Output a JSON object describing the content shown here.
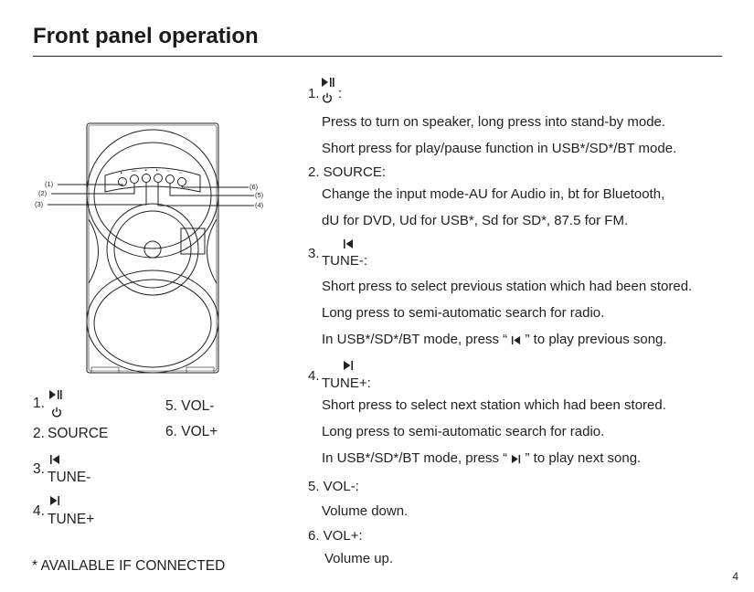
{
  "header": {
    "title": "Front panel operation"
  },
  "diagram": {
    "callouts": [
      "(1)",
      "(2)",
      "(3)",
      "(4)",
      "(5)",
      "(6)"
    ]
  },
  "legend": {
    "n1": "1.",
    "n2": "2.",
    "source": "SOURCE",
    "n3": "3.",
    "tune_minus": "TUNE-",
    "n4": "4.",
    "tune_plus": "TUNE+",
    "vol_minus": "5. VOL-",
    "vol_plus": "6. VOL+"
  },
  "footnote": "* AVAILABLE IF CONNECTED",
  "instructions": {
    "i1": {
      "num": "1.",
      "suffix": ":",
      "lines": [
        "Press to turn on speaker, long press into stand-by mode.",
        "Short press for play/pause function in USB*/SD*/BT mode."
      ]
    },
    "i2": {
      "head": "2. SOURCE:",
      "lines": [
        "Change the input mode-AU for Audio in, bt for Bluetooth,",
        "dU for DVD, Ud for USB*, Sd for SD*, 87.5 for FM."
      ]
    },
    "i3": {
      "num": "3.",
      "head": "TUNE-:",
      "lines": [
        "Short press to select previous station which had been stored.",
        "Long press to semi-automatic search for radio."
      ],
      "song_pre": "In USB*/SD*/BT mode, press “",
      "song_post": "” to play previous song."
    },
    "i4": {
      "num": "4.",
      "head": "TUNE+:",
      "lines": [
        "Short press to select next station which had been stored.",
        "Long press to semi-automatic search for radio."
      ],
      "song_pre": "In USB*/SD*/BT mode, press “",
      "song_post": "” to play next song."
    },
    "i5": {
      "head": "5. VOL-:",
      "line": "Volume down."
    },
    "i6": {
      "head": "6. VOL+:",
      "line": "Volume up."
    }
  },
  "page_number": "4",
  "icons": [
    "play-pause-icon",
    "power-icon",
    "previous-icon",
    "next-icon"
  ]
}
